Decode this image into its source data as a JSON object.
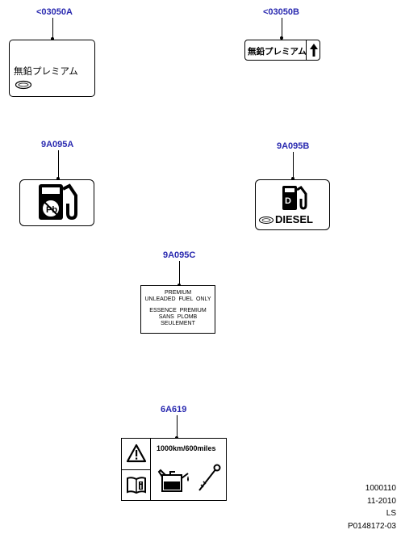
{
  "parts": [
    {
      "id": "<03050A",
      "label": "無鉛プレミアム"
    },
    {
      "id": "<03050B",
      "label": "無鉛プレミアム"
    },
    {
      "id": "9A095A"
    },
    {
      "id": "9A095B",
      "label": "DIESEL",
      "pump_letter": "D"
    },
    {
      "id": "9A095C",
      "lines": [
        "PREMIUM",
        "UNLEADED  FUEL  ONLY",
        "ESSENCE  PREMIUM",
        "SANS  PLOMB",
        "SEULEMENT"
      ]
    },
    {
      "id": "6A619",
      "interval": "1000km/600miles"
    }
  ],
  "footer": [
    "1000110",
    "11-2010",
    "LS",
    "P0148172-03"
  ]
}
